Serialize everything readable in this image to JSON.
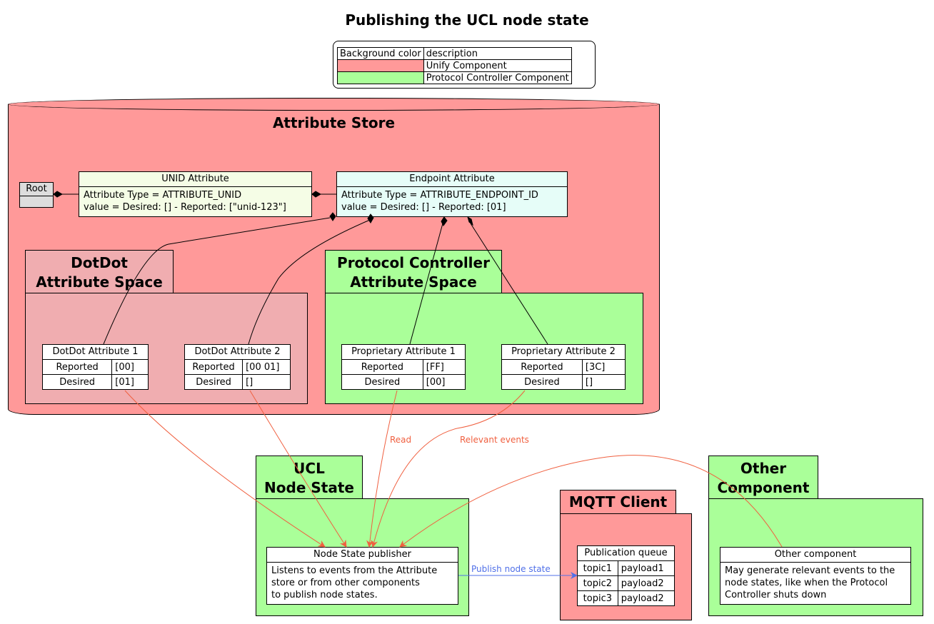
{
  "title": "Publishing the UCL node state",
  "legend": {
    "header": [
      "Background color",
      "description"
    ],
    "rows": [
      {
        "color": "#ff9999",
        "description": "Unify Component"
      },
      {
        "color": "#aaff99",
        "description": "Protocol Controller Component"
      }
    ]
  },
  "attribute_store": {
    "title": "Attribute Store",
    "root_label": "Root",
    "unid": {
      "title": "UNID Attribute",
      "line1": "Attribute Type = ATTRIBUTE_UNID",
      "line2": "value = Desired: [] - Reported: [\"unid-123\"]"
    },
    "endpoint": {
      "title": "Endpoint Attribute",
      "line1": "Attribute Type = ATTRIBUTE_ENDPOINT_ID",
      "line2": "value = Desired: [] - Reported: [01]"
    }
  },
  "dotdot_space": {
    "title_line1": "DotDot",
    "title_line2": "Attribute Space",
    "attr1": {
      "title": "DotDot Attribute 1",
      "reported_key": "Reported",
      "reported": "[00]",
      "desired_key": "Desired",
      "desired": "[01]"
    },
    "attr2": {
      "title": "DotDot Attribute 2",
      "reported_key": "Reported",
      "reported": "[00 01]",
      "desired_key": "Desired",
      "desired": "[]"
    }
  },
  "pc_space": {
    "title_line1": "Protocol Controller",
    "title_line2": "Attribute Space",
    "attr1": {
      "title": "Proprietary Attribute 1",
      "reported_key": "Reported",
      "reported": "[FF]",
      "desired_key": "Desired",
      "desired": "[00]"
    },
    "attr2": {
      "title": "Proprietary Attribute 2",
      "reported_key": "Reported",
      "reported": "[3C]",
      "desired_key": "Desired",
      "desired": "[]"
    }
  },
  "ucl_node_state": {
    "title_line1": "UCL",
    "title_line2": "Node State",
    "publisher": {
      "title": "Node State publisher",
      "line1": "Listens to events from the Attribute",
      "line2": "store or from other components",
      "line3": "to publish node states."
    }
  },
  "mqtt_client": {
    "title": "MQTT Client",
    "queue": {
      "title": "Publication queue",
      "rows": [
        {
          "topic": "topic1",
          "payload": "payload1"
        },
        {
          "topic": "topic2",
          "payload": "payload2"
        },
        {
          "topic": "topic3",
          "payload": "payload2"
        }
      ]
    }
  },
  "other_component": {
    "title_line1": "Other",
    "title_line2": "Component",
    "box": {
      "title": "Other component",
      "line1": "May generate relevant events to the",
      "line2": "node states, like when the Protocol",
      "line3": "Controller shuts down"
    }
  },
  "edges": {
    "read": "Read",
    "relevant_events": "Relevant events",
    "publish": "Publish node state"
  },
  "colors": {
    "unify": "#ff9999",
    "protocol_controller": "#aaff99",
    "dotdot_space": "#f0adb0",
    "unid_header": "#f5fde6",
    "endpoint_header": "#e6fdf8",
    "root": "#dddddd",
    "read_arrow": "#f06040",
    "publish_arrow": "#5070e8"
  }
}
